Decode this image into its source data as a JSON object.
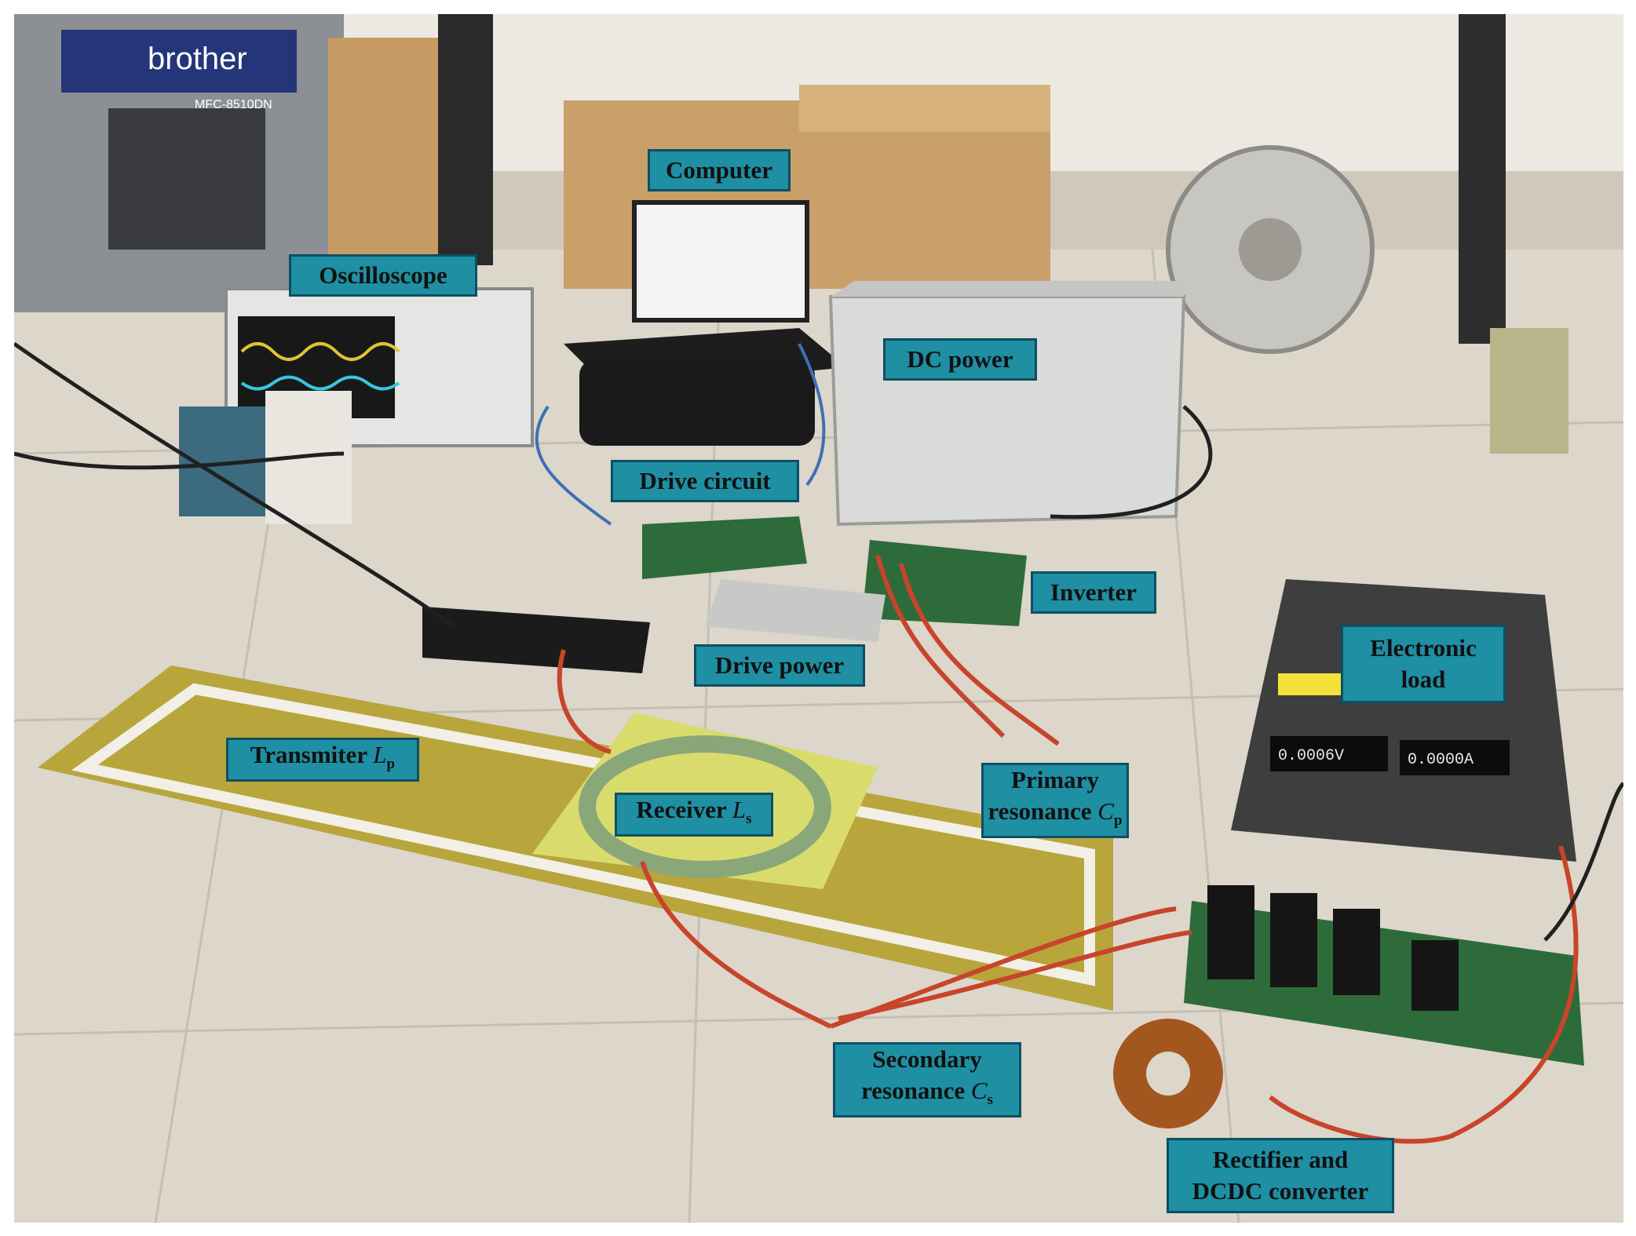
{
  "labels": {
    "computer": "Computer",
    "oscilloscope": "Oscilloscope",
    "dc_power": "DC power",
    "drive_circuit": "Drive circuit",
    "inverter": "Inverter",
    "electronic_load_line1": "Electronic",
    "electronic_load_line2": "load",
    "drive_power": "Drive power",
    "transmitter_text": "Transmiter ",
    "transmitter_symbol": "L",
    "transmitter_sub": "p",
    "receiver_text": "Receiver ",
    "receiver_symbol": "L",
    "receiver_sub": "s",
    "primary_line1": "Primary",
    "primary_line2_text": "resonance ",
    "primary_symbol": "C",
    "primary_sub": "p",
    "secondary_line1": "Secondary",
    "secondary_line2_text": "resonance ",
    "secondary_symbol": "C",
    "secondary_sub": "s",
    "rectifier_line1": "Rectifier and",
    "rectifier_line2": "DCDC converter"
  },
  "printed_text": {
    "printer_brand": "brother",
    "printer_model": "MFC-8510DN",
    "load_display_voltage": "0.0006V",
    "load_display_current": "0.0000A"
  },
  "colors": {
    "label_fill": "#1f8fa3",
    "label_border": "#0e4f63",
    "floor": "#d9d3c8",
    "pcb_green": "#2e6b3a",
    "coil_board": "#b9a63a",
    "red_cable": "#c8442a"
  }
}
